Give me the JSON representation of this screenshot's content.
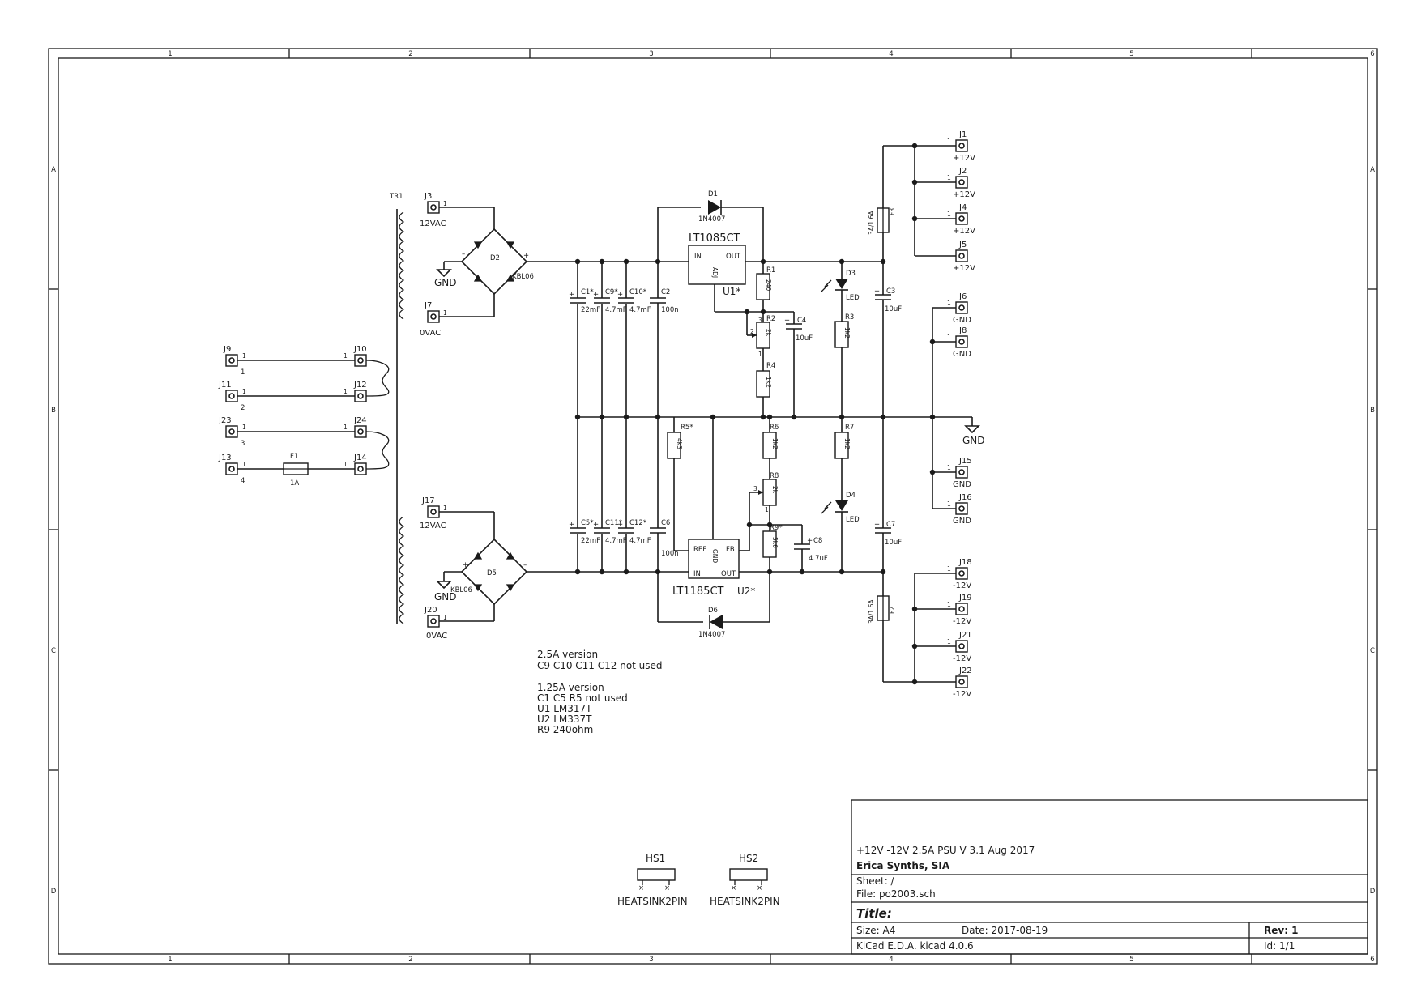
{
  "border": {
    "cols": [
      "1",
      "2",
      "3",
      "4",
      "5",
      "6"
    ],
    "rows": [
      "A",
      "B",
      "C",
      "D"
    ]
  },
  "title_block": {
    "project": "+12V -12V 2.5A PSU V 3.1 Aug 2017",
    "company": "Erica Synths, SIA",
    "sheet": "Sheet: /",
    "file": "File: po2003.sch",
    "title": "Title:",
    "size": "Size: A4",
    "date": "Date: 2017-08-19",
    "rev": "Rev: 1",
    "tool": "KiCad E.D.A.  kicad 4.0.6",
    "id": "Id: 1/1"
  },
  "notes": {
    "v25_title": "2.5A version",
    "v25_line1": "C9 C10 C11 C12 not used",
    "v125_title": "1.25A version",
    "v125_line1": "C1 C5 R5 not used",
    "v125_line2": "U1 LM317T",
    "v125_line3": "U2 LM337T",
    "v125_line4": "R9 240ohm"
  },
  "transformer": {
    "ref": "TR1",
    "inputs": [
      {
        "ref_left": "J9",
        "ref_right": "J10",
        "pin_left": "1",
        "pin_right": "1",
        "num": "1"
      },
      {
        "ref_left": "J11",
        "ref_right": "J12",
        "pin_left": "1",
        "pin_right": "1",
        "num": "2"
      },
      {
        "ref_left": "J23",
        "ref_right": "J24",
        "pin_left": "1",
        "pin_right": "1",
        "num": "3"
      },
      {
        "ref_left": "J13",
        "ref_right": "J14",
        "pin_left": "1",
        "pin_right": "1",
        "num": "4"
      }
    ],
    "fuse_ref": "F1",
    "fuse_val": "1A"
  },
  "upper": {
    "j3": "J3",
    "j3_val": "12VAC",
    "j7": "J7",
    "j7_val": "0VAC",
    "bridge": "D2",
    "bridge_val": "KBL06",
    "gnd": "GND",
    "c1": "C1*",
    "c1_val": "22mF",
    "c9": "C9*",
    "c9_val": "4.7mF",
    "c10": "C10*",
    "c10_val": "4.7mF",
    "c2": "C2",
    "c2_val": "100n",
    "diode": "D1",
    "diode_val": "1N4007",
    "reg": "LT1085CT",
    "reg_ref": "U1*",
    "reg_in": "IN",
    "reg_out": "OUT",
    "reg_adj": "ADJ",
    "r1": "R1",
    "r1_val": "240",
    "r2": "R2",
    "r2_val": "2k",
    "r4": "R4",
    "r4_val": "1k2",
    "c4": "C4",
    "c4_val": "10uF",
    "d3": "D3",
    "d3_val": "LED",
    "r3": "R3",
    "r3_val": "1k2",
    "f3": "F3",
    "f3_val": "3A/1.6A",
    "c3": "C3",
    "c3_val": "10uF"
  },
  "lower": {
    "j17": "J17",
    "j17_val": "12VAC",
    "j20": "J20",
    "j20_val": "0VAC",
    "bridge": "D5",
    "bridge_val": "KBL06",
    "gnd": "GND",
    "c5": "C5*",
    "c5_val": "22mF",
    "c11": "C11*",
    "c11_val": "4.7mF",
    "c12": "C12*",
    "c12_val": "4.7mF",
    "c6": "C6",
    "c6_val": "100n",
    "diode": "D6",
    "diode_val": "1N4007",
    "reg": "LT1185CT",
    "reg_ref": "U2*",
    "reg_in": "IN",
    "reg_out": "OUT",
    "reg_ref_pin": "REF",
    "reg_gnd": "GND",
    "reg_fb": "FB",
    "r5": "R5*",
    "r5_val": "4k3",
    "r6": "R6",
    "r6_val": "1k2",
    "r8": "R8",
    "r8_val": "2k",
    "r9": "R9*",
    "r9_val": "5k6",
    "c8": "C8",
    "c8_val": "4.7uF",
    "r7": "R7",
    "r7_val": "1k2",
    "d4": "D4",
    "d4_val": "LED",
    "f2": "F2",
    "f2_val": "3A/1.6A",
    "c7": "C7",
    "c7_val": "10uF"
  },
  "gnd_symbol": "GND",
  "outputs": [
    {
      "ref": "J1",
      "val": "+12V",
      "pin": "1"
    },
    {
      "ref": "J2",
      "val": "+12V",
      "pin": "1"
    },
    {
      "ref": "J4",
      "val": "+12V",
      "pin": "1"
    },
    {
      "ref": "J5",
      "val": "+12V",
      "pin": "1"
    },
    {
      "ref": "J6",
      "val": "GND",
      "pin": "1"
    },
    {
      "ref": "J8",
      "val": "GND",
      "pin": "1"
    },
    {
      "ref": "J15",
      "val": "GND",
      "pin": "1"
    },
    {
      "ref": "J16",
      "val": "GND",
      "pin": "1"
    },
    {
      "ref": "J18",
      "val": "-12V",
      "pin": "1"
    },
    {
      "ref": "J19",
      "val": "-12V",
      "pin": "1"
    },
    {
      "ref": "J21",
      "val": "-12V",
      "pin": "1"
    },
    {
      "ref": "J22",
      "val": "-12V",
      "pin": "1"
    }
  ],
  "heatsinks": [
    {
      "ref": "HS1",
      "val": "HEATSINK2PIN"
    },
    {
      "ref": "HS2",
      "val": "HEATSINK2PIN"
    }
  ]
}
